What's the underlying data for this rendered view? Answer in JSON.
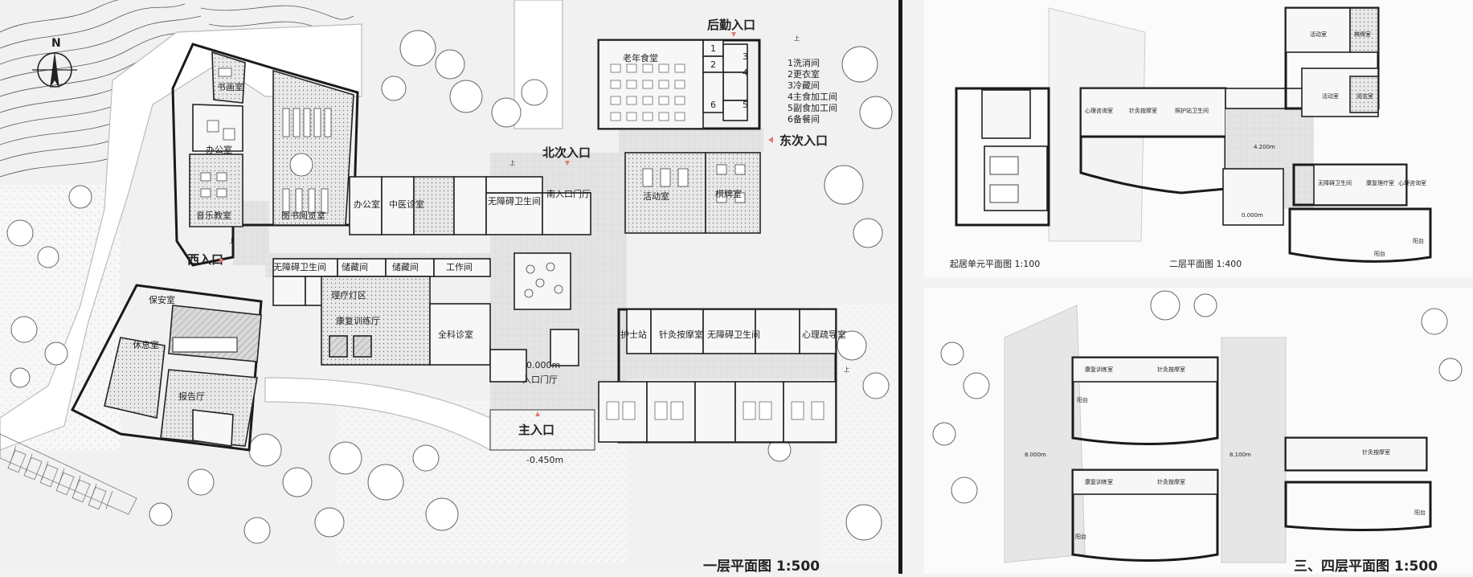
{
  "plans": {
    "ground": {
      "title": "一层平面图 1:500",
      "north": "N",
      "entrances": {
        "main": "主入口",
        "north_sub": "北次入口",
        "east_sub": "东次入口",
        "west": "西入口",
        "service": "后勤入口"
      },
      "rooms": {
        "calligraphy": "书画室",
        "office_w": "办公室",
        "music": "音乐教室",
        "library": "图书阅览室",
        "office": "办公室",
        "tcm": "中医诊室",
        "barrier_free_wc1": "无障碍卫生间",
        "south_lobby": "南入口门厅",
        "activity": "活动室",
        "chess": "棋牌室",
        "dining": "老年食堂",
        "barrier_free_wc2": "无障碍卫生间",
        "storage1": "储藏间",
        "storage2": "储藏间",
        "workroom": "工作间",
        "physio": "理疗灯区",
        "rehab": "康复训练厅",
        "general_clinic": "全科诊室",
        "security": "保安室",
        "lounge": "休息室",
        "auditorium": "报告厅",
        "nurse": "护士站",
        "acupuncture": "针灸按摩室",
        "barrier_free_wc3": "无障碍卫生间",
        "counseling": "心理疏导室",
        "main_lobby": "入口门厅"
      },
      "kitchen_legend": [
        "1洗消间",
        "2更衣室",
        "3冷藏间",
        "4主食加工间",
        "5副食加工间",
        "6备餐间"
      ],
      "kitchen_numbers": [
        "1",
        "2",
        "3",
        "4",
        "5",
        "6"
      ],
      "elevations": {
        "lobby": "0.000m",
        "outside": "-0.450m"
      },
      "stair_up": "上"
    },
    "unit": {
      "title": "起居单元平面图 1:100"
    },
    "second": {
      "title": "二层平面图 1:400",
      "rooms": {
        "activity": "活动室",
        "chess": "棋牌室",
        "activity2": "活动室",
        "reading": "阅览室",
        "counsel": "心理咨询室",
        "acup": "针灸按摩室",
        "care": "照护站卫生间",
        "wc": "无障碍卫生间",
        "rehab": "康复理疗室",
        "counsel2": "心理咨询室",
        "balcony1": "阳台",
        "balcony2": "阳台"
      },
      "elevations": {
        "a": "4.200m",
        "b": "0.000m"
      }
    },
    "third": {
      "title": "三、四层平面图 1:500",
      "rooms": {
        "rehab1": "康复训练室",
        "acup1": "针灸按摩室",
        "rehab2": "康复训练室",
        "acup2": "针灸按摩室",
        "acup3": "针灸按摩室",
        "balcony1": "阳台",
        "balcony2": "阳台",
        "balcony3": "阳台"
      },
      "elevations": {
        "a": "8.000m",
        "b": "8.100m"
      }
    }
  }
}
